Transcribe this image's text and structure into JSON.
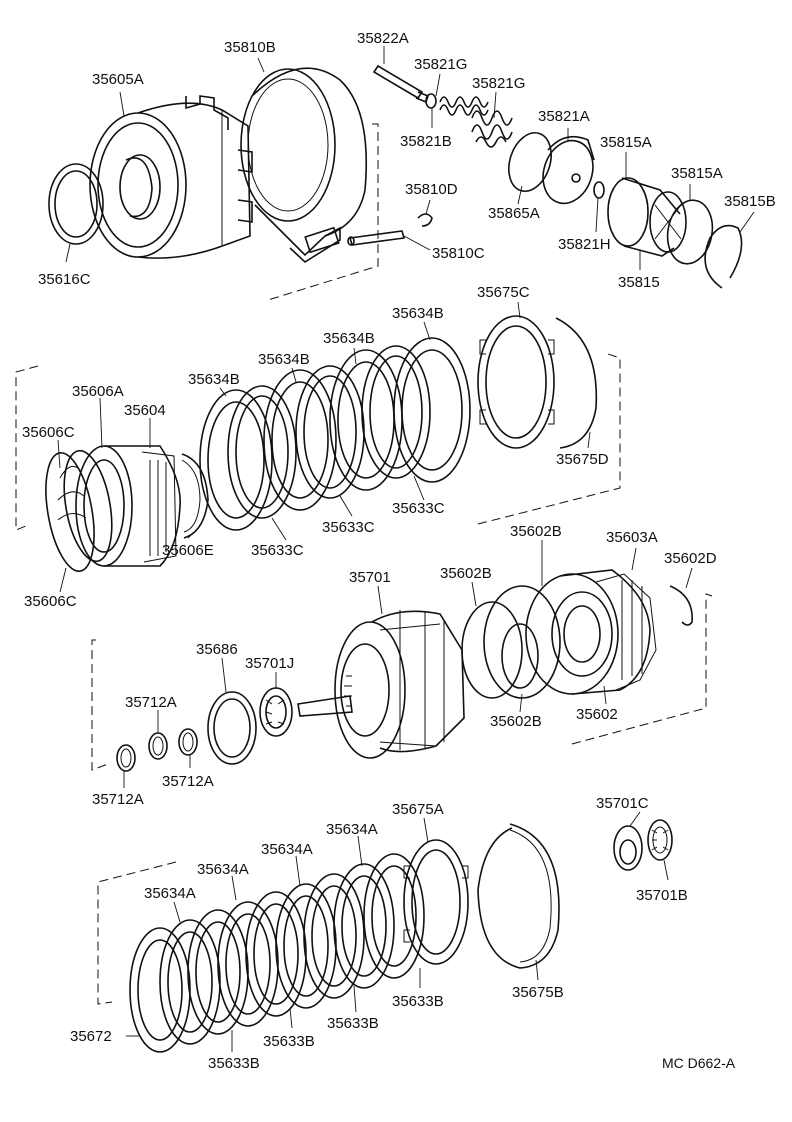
{
  "diagram": {
    "reference": "MC  D662-A",
    "labels": {
      "p35605A": "35605A",
      "p35810B": "35810B",
      "p35822A": "35822A",
      "p35821G_1": "35821G",
      "p35821G_2": "35821G",
      "p35821B": "35821B",
      "p35821A": "35821A",
      "p35815A_1": "35815A",
      "p35815A_2": "35815A",
      "p35815B": "35815B",
      "p35865A": "35865A",
      "p35821H": "35821H",
      "p35815": "35815",
      "p35810D": "35810D",
      "p35810C": "35810C",
      "p35616C": "35616C",
      "p35675C": "35675C",
      "p35634B_1": "35634B",
      "p35634B_2": "35634B",
      "p35634B_3": "35634B",
      "p35634B_4": "35634B",
      "p35606A": "35606A",
      "p35604": "35604",
      "p35606C_1": "35606C",
      "p35606C_2": "35606C",
      "p35675D": "35675D",
      "p35633C_1": "35633C",
      "p35633C_2": "35633C",
      "p35633C_3": "35633C",
      "p35606E": "35606E",
      "p35602B_1": "35602B",
      "p35602B_2": "35602B",
      "p35602B_3": "35602B",
      "p35603A": "35603A",
      "p35602D": "35602D",
      "p35701": "35701",
      "p35686": "35686",
      "p35701J": "35701J",
      "p35712A_1": "35712A",
      "p35712A_2": "35712A",
      "p35712A_3": "35712A",
      "p35602": "35602",
      "p35701C": "35701C",
      "p35701B": "35701B",
      "p35675A": "35675A",
      "p35634A_1": "35634A",
      "p35634A_2": "35634A",
      "p35634A_3": "35634A",
      "p35634A_4": "35634A",
      "p35675B": "35675B",
      "p35633B_1": "35633B",
      "p35633B_2": "35633B",
      "p35633B_3": "35633B",
      "p35633B_4": "35633B",
      "p35672": "35672"
    }
  }
}
